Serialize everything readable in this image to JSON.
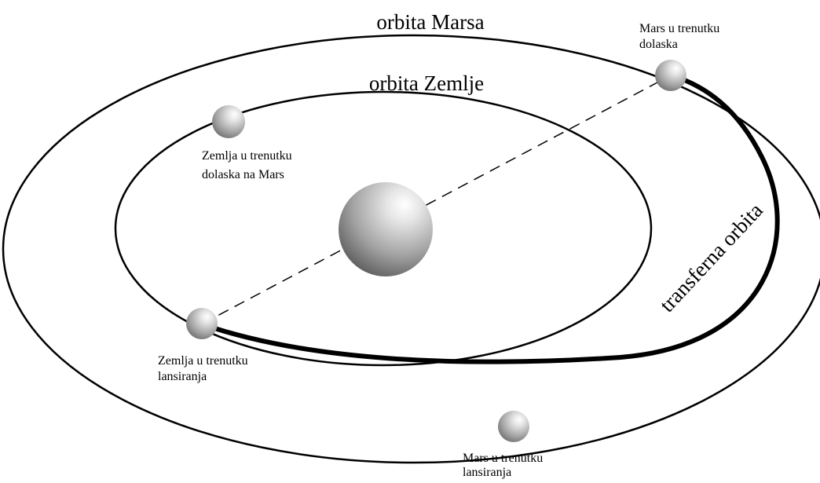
{
  "diagram": {
    "labels": {
      "mars_orbit": "orbita Marsa",
      "earth_orbit": "orbita Zemlje",
      "transfer_orbit": "transferna orbita",
      "mars_arrival": [
        "Mars u trenutku",
        "dolaska"
      ],
      "earth_at_arrival": [
        "Zemlja u trenutku",
        "dolaska na Mars"
      ],
      "earth_at_launch": [
        "Zemlja u trenutku",
        "lansiranja"
      ],
      "mars_at_launch": [
        "Mars u trenutku",
        "lansiranja"
      ]
    },
    "colors": {
      "line": "#000000",
      "background": "#ffffff",
      "sphere_highlight": "#ffffff",
      "sphere_shadow": "#6e6e6e"
    }
  }
}
